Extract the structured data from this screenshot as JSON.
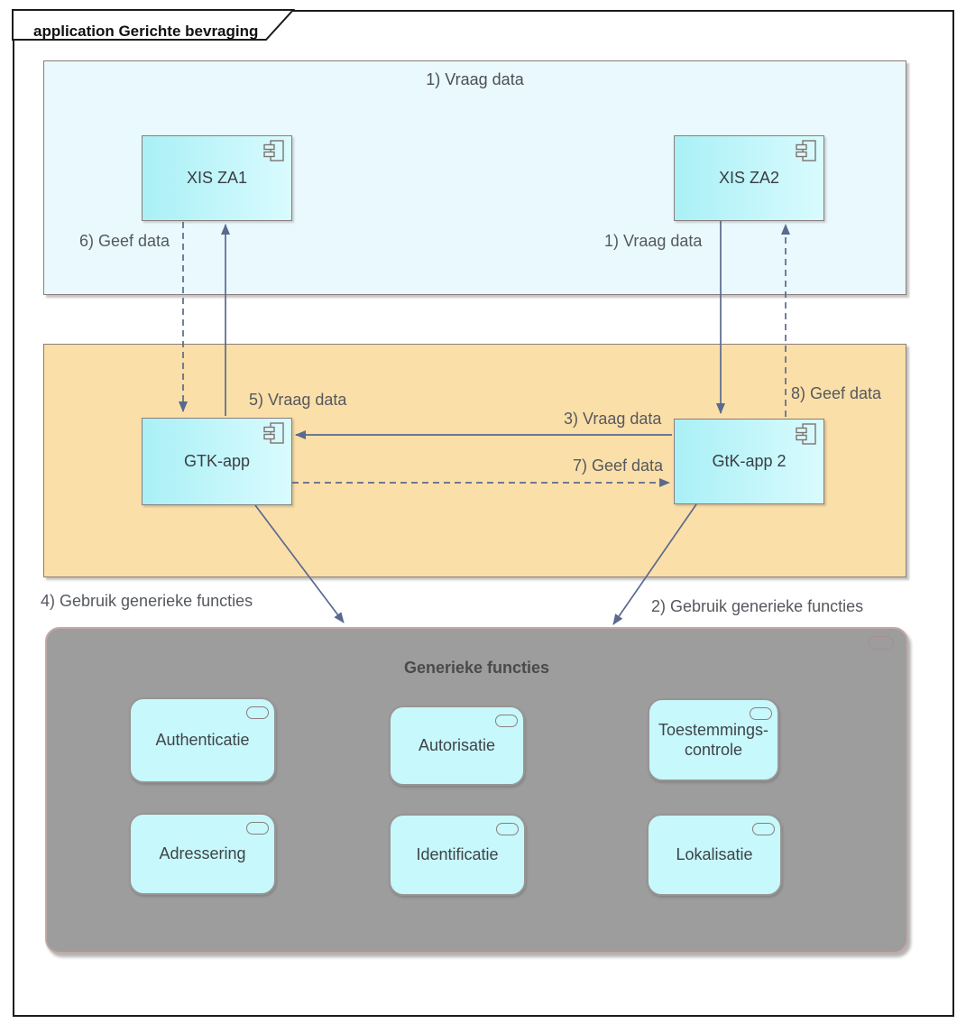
{
  "frame": {
    "title": "application Gerichte bevraging"
  },
  "zones": {
    "request": {
      "label": "1) Vraag data"
    },
    "generic": {
      "title": "Generieke functies"
    }
  },
  "components": {
    "xis_za1": "XIS ZA1",
    "xis_za2": "XIS ZA2",
    "gtk_app": "GTK-app",
    "gtk_app2": "GtK-app 2"
  },
  "generic_functions": [
    "Authenticatie",
    "Autorisatie",
    "Toestemmings-controle",
    "Adressering",
    "Identificatie",
    "Lokalisatie"
  ],
  "connections": {
    "c1_vraag": "1) Vraag data",
    "c2_gebruik": "2) Gebruik generieke functies",
    "c3_vraag": "3) Vraag data",
    "c4_gebruik": "4) Gebruik generieke functies",
    "c5_vraag": "5) Vraag data",
    "c6_geef": "6) Geef data",
    "c7_geef": "7) Geef data",
    "c8_geef": "8) Geef data"
  },
  "colors": {
    "request_zone_fill": "#e9f9fd",
    "gtk_zone_fill": "#fbdfa8",
    "generic_zone_fill": "#9d9d9d",
    "component_fill": "#b9f3f8",
    "function_fill": "#c7f8fb",
    "connector": "#5a6a8e",
    "shape_border": "#8a7d7a"
  }
}
